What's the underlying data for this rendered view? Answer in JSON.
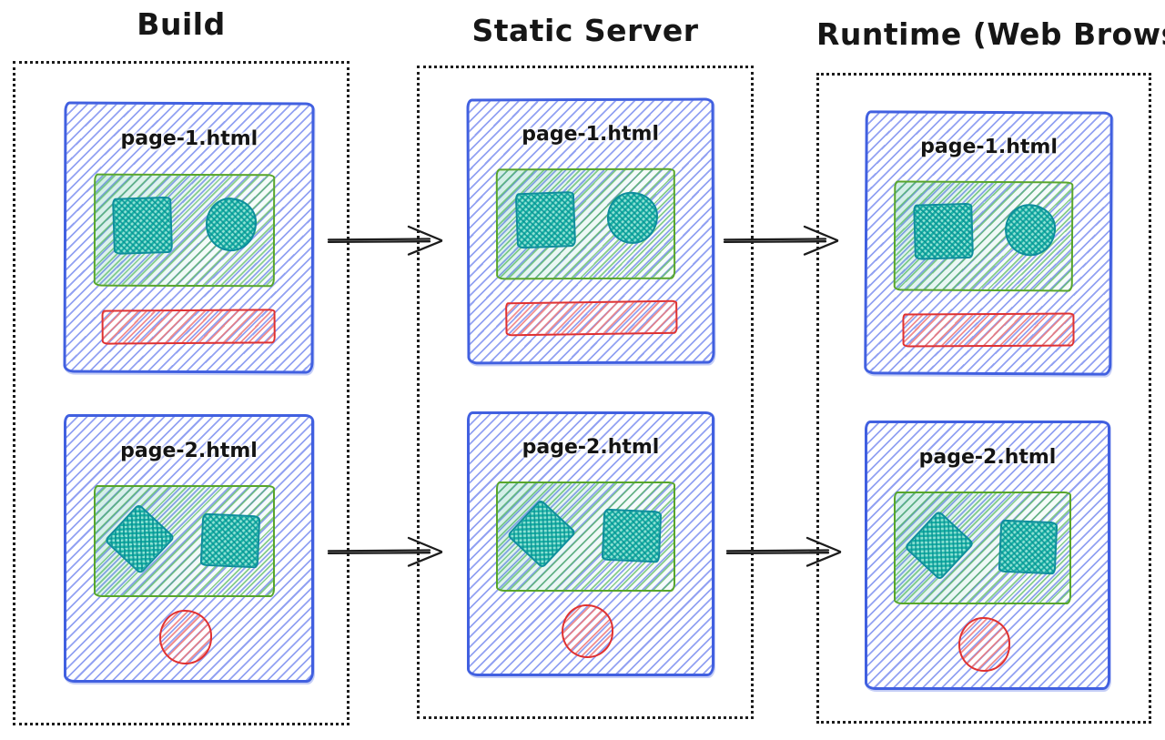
{
  "diagram": {
    "columns": [
      {
        "title": "Build",
        "pages": [
          {
            "label": "page-1.html",
            "content_shapes": [
              "square",
              "circle"
            ],
            "accent_shape": "bar"
          },
          {
            "label": "page-2.html",
            "content_shapes": [
              "diamond",
              "square"
            ],
            "accent_shape": "dot"
          }
        ]
      },
      {
        "title": "Static Server",
        "pages": [
          {
            "label": "page-1.html",
            "content_shapes": [
              "square",
              "circle"
            ],
            "accent_shape": "bar"
          },
          {
            "label": "page-2.html",
            "content_shapes": [
              "diamond",
              "square"
            ],
            "accent_shape": "dot"
          }
        ]
      },
      {
        "title": "Runtime (Web Browser)",
        "pages": [
          {
            "label": "page-1.html",
            "content_shapes": [
              "square",
              "circle"
            ],
            "accent_shape": "bar"
          },
          {
            "label": "page-2.html",
            "content_shapes": [
              "diamond",
              "square"
            ],
            "accent_shape": "dot"
          }
        ]
      }
    ],
    "arrows": [
      {
        "row": 1,
        "from": "Build",
        "to": "Static Server",
        "direction": "right"
      },
      {
        "row": 1,
        "from": "Static Server",
        "to": "Runtime (Web Browser)",
        "direction": "right"
      },
      {
        "row": 2,
        "from": "Build",
        "to": "Static Server",
        "direction": "right"
      },
      {
        "row": 2,
        "from": "Static Server",
        "to": "Runtime (Web Browser)",
        "direction": "right"
      }
    ],
    "colors": {
      "page_border": "#4160e0",
      "page_hatch": "#6e82ee",
      "block_border": "#58a62b",
      "block_hatch": "#5ab95a",
      "shape_border": "#0d8e9c",
      "shape_hatch": "#17b3a4",
      "accent_border": "#e03131",
      "accent_hatch": "#ee7a7a",
      "boundary_ink": "#1d1d1d",
      "ink": "#161616"
    }
  }
}
